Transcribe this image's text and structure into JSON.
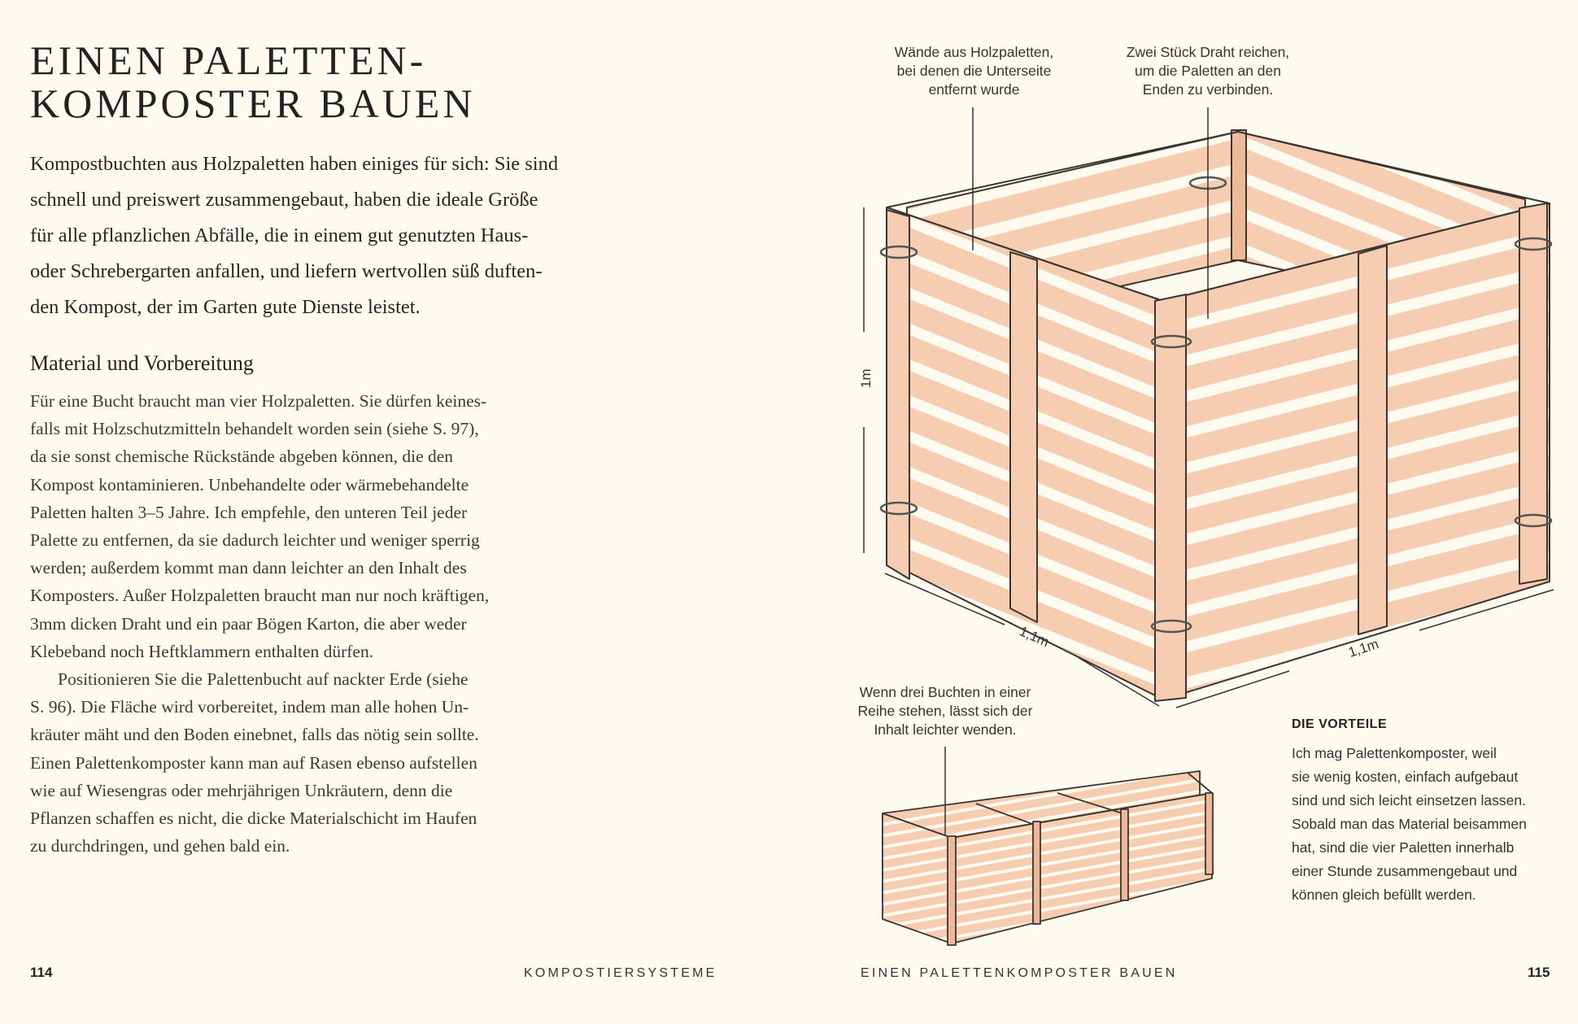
{
  "left_page": {
    "title": [
      "EINEN PALETTEN-",
      "KOMPOSTER BAUEN"
    ],
    "intro": [
      "Kompostbuchten aus Holzpaletten haben einiges für sich: Sie sind",
      "schnell und preiswert zusammengebaut, haben die ideale Größe",
      "für alle pflanzlichen Abfälle, die in einem gut genutzten Haus-",
      "oder Schrebergarten anfallen, und liefern wertvollen süß duften-",
      "den Kompost, der im Garten gute Dienste leistet."
    ],
    "subhead": "Material und Vorbereitung",
    "paragraph1": [
      "Für eine Bucht braucht man vier Holzpaletten. Sie dürfen keines-",
      "falls mit Holzschutzmitteln behandelt worden sein (siehe S. 97),",
      "da sie sonst chemische Rückstände abgeben können, die den",
      "Kompost kontaminieren. Unbehandelte oder wärmebehandelte",
      "Paletten halten 3–5 Jahre. Ich empfehle, den unteren Teil jeder",
      "Palette zu entfernen, da sie dadurch leichter und weniger sperrig",
      "werden; außerdem kommt man dann leichter an den Inhalt des",
      "Komposters. Außer Holzpaletten braucht man nur noch kräftigen,",
      "3mm dicken Draht und ein paar Bögen Karton, die aber weder",
      "Klebeband noch Heftklammern enthalten dürfen."
    ],
    "paragraph2": [
      "Positionieren Sie die Palettenbucht auf nackter Erde (siehe",
      "S. 96). Die Fläche wird vorbereitet, indem man alle hohen Un-",
      "kräuter mäht und den Boden einebnet, falls das nötig sein sollte.",
      "Einen Palettenkomposter kann man auf Rasen ebenso aufstellen",
      "wie auf Wiesengras oder mehrjährigen Unkräutern, denn die",
      "Pflanzen schaffen es nicht, die dicke Materialschicht im Haufen",
      "zu durchdringen, und gehen bald ein."
    ],
    "folio": "114",
    "running_head": "KOMPOSTIERSYSTEME"
  },
  "right_page": {
    "caption_walls": [
      "Wände aus Holzpaletten,",
      "bei denen die Unterseite",
      "entfernt wurde"
    ],
    "caption_wire": [
      "Zwei Stück Draht reichen,",
      "um die Paletten an den",
      "Enden zu verbinden."
    ],
    "dim_height": "1m",
    "dim_left": "1,1m",
    "dim_right": "1,1m",
    "caption_three": [
      "Wenn drei Buchten in einer",
      "Reihe stehen, lässt sich der",
      "Inhalt leichter wenden."
    ],
    "advantages_title": "DIE VORTEILE",
    "advantages_text": [
      "Ich mag Palettenkomposter, weil",
      "sie wenig kosten, einfach aufgebaut",
      "sind und sich leicht einsetzen lassen.",
      "Sobald man das Material beisammen",
      "hat, sind die vier Paletten innerhalb",
      "einer Stunde zusammengebaut und",
      "können gleich befüllt werden."
    ],
    "running_head": "EINEN PALETTENKOMPOSTER BAUEN",
    "folio": "115"
  },
  "colors": {
    "background": "#fdfbf0",
    "wood": "#f6cdb0",
    "wood_shadow": "#efb896",
    "ink": "#2b2a27"
  }
}
